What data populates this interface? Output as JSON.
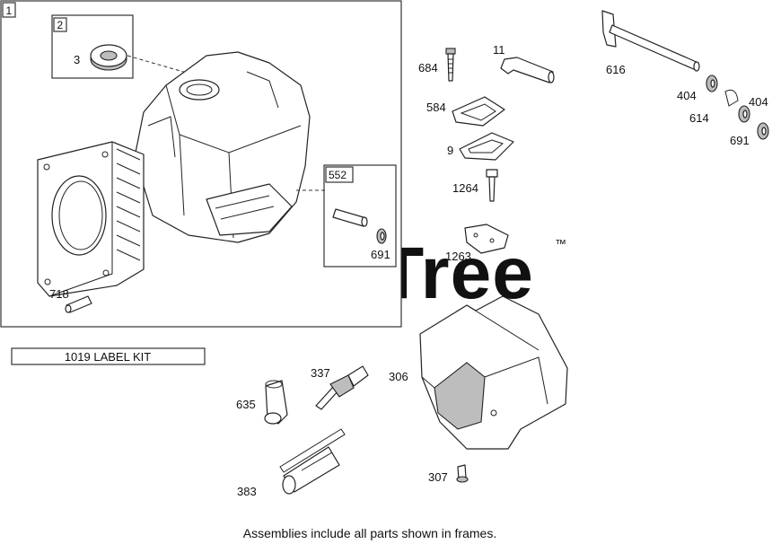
{
  "watermark": {
    "brand": "PartsTree",
    "trademark": "™"
  },
  "frames": {
    "main": "1",
    "seal": "2",
    "kit": "552"
  },
  "callouts": {
    "p3": "3",
    "p718": "718",
    "p691a": "691",
    "p684": "684",
    "p11": "11",
    "p616": "616",
    "p584": "584",
    "p9": "9",
    "p1264": "1264",
    "p1263": "1263",
    "p404a": "404",
    "p404b": "404",
    "p614": "614",
    "p691b": "691",
    "p337": "337",
    "p306": "306",
    "p635": "635",
    "p383": "383",
    "p307": "307"
  },
  "label_kit": "1019 LABEL KIT",
  "footer_note": "Assemblies include all parts shown in frames."
}
